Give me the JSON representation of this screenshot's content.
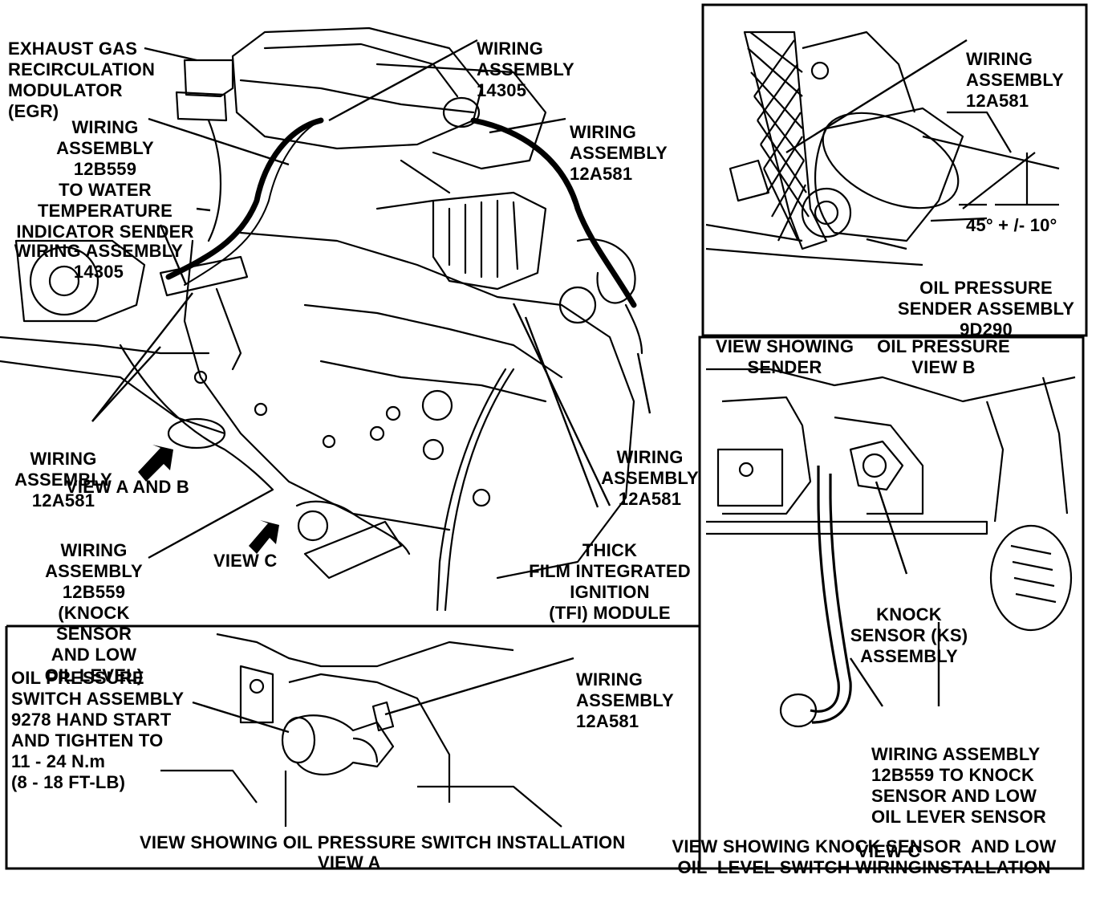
{
  "labels": {
    "egr": [
      "EXHAUST GAS",
      "RECIRCULATION",
      "MODULATOR",
      "(EGR)"
    ],
    "wa14305_top": [
      "WIRING",
      "ASSEMBLY",
      "14305"
    ],
    "wa12b559_water": [
      "WIRING",
      "ASSEMBLY",
      "12B559",
      "TO WATER",
      "TEMPERATURE",
      "INDICATOR SENDER"
    ],
    "wa12a581_top": [
      "WIRING",
      "ASSEMBLY",
      "12A581"
    ],
    "wa14305_left": [
      "WIRING ASSEMBLY",
      "14305"
    ],
    "wa12a581_left": [
      "WIRING",
      "ASSEMBLY",
      "12A581"
    ],
    "view_ab": "VIEW A AND B",
    "wa12b559_knock": [
      "WIRING",
      "ASSEMBLY",
      "12B559",
      "(KNOCK",
      "SENSOR",
      "AND LOW",
      "OIL LEVEL)"
    ],
    "view_c_arrow": "VIEW C",
    "wa12a581_mid": [
      "WIRING",
      "ASSEMBLY",
      "12A581"
    ],
    "tfi": [
      "THICK",
      "FILM INTEGRATED",
      "IGNITION",
      "(TFI) MODULE"
    ],
    "vb_wiring": [
      "WIRING",
      "ASSEMBLY",
      "12A581"
    ],
    "vb_angle": "45° + /- 10°",
    "vb_sender": [
      "OIL PRESSURE",
      "SENDER ASSEMBLY",
      "9D290"
    ],
    "vb_caption_left": [
      "VIEW SHOWING",
      "SENDER"
    ],
    "vb_caption_right": [
      "OIL PRESSURE",
      "VIEW B"
    ],
    "vc_ks": [
      "KNOCK",
      "SENSOR (KS)",
      "ASSEMBLY"
    ],
    "vc_wiring": [
      "WIRING ASSEMBLY",
      "12B559 TO KNOCK",
      "SENSOR AND LOW",
      "OIL LEVER SENSOR"
    ],
    "vc_caption": [
      "VIEW SHOWING KNOCK SENSOR  AND LOW",
      "OIL  LEVEL SWITCH WIRINGINSTALLATION"
    ],
    "vc_view": "VIEW C",
    "va_switch": [
      "OIL PRESSURE",
      "SWITCH ASSEMBLY",
      "9278 HAND START",
      "AND TIGHTEN TO",
      "11 - 24 N.m",
      "(8 - 18 FT-LB)"
    ],
    "va_wiring": [
      "WIRING",
      "ASSEMBLY",
      "12A581"
    ],
    "va_caption": "VIEW SHOWING OIL PRESSURE SWITCH INSTALLATION",
    "va_view": "VIEW A"
  }
}
